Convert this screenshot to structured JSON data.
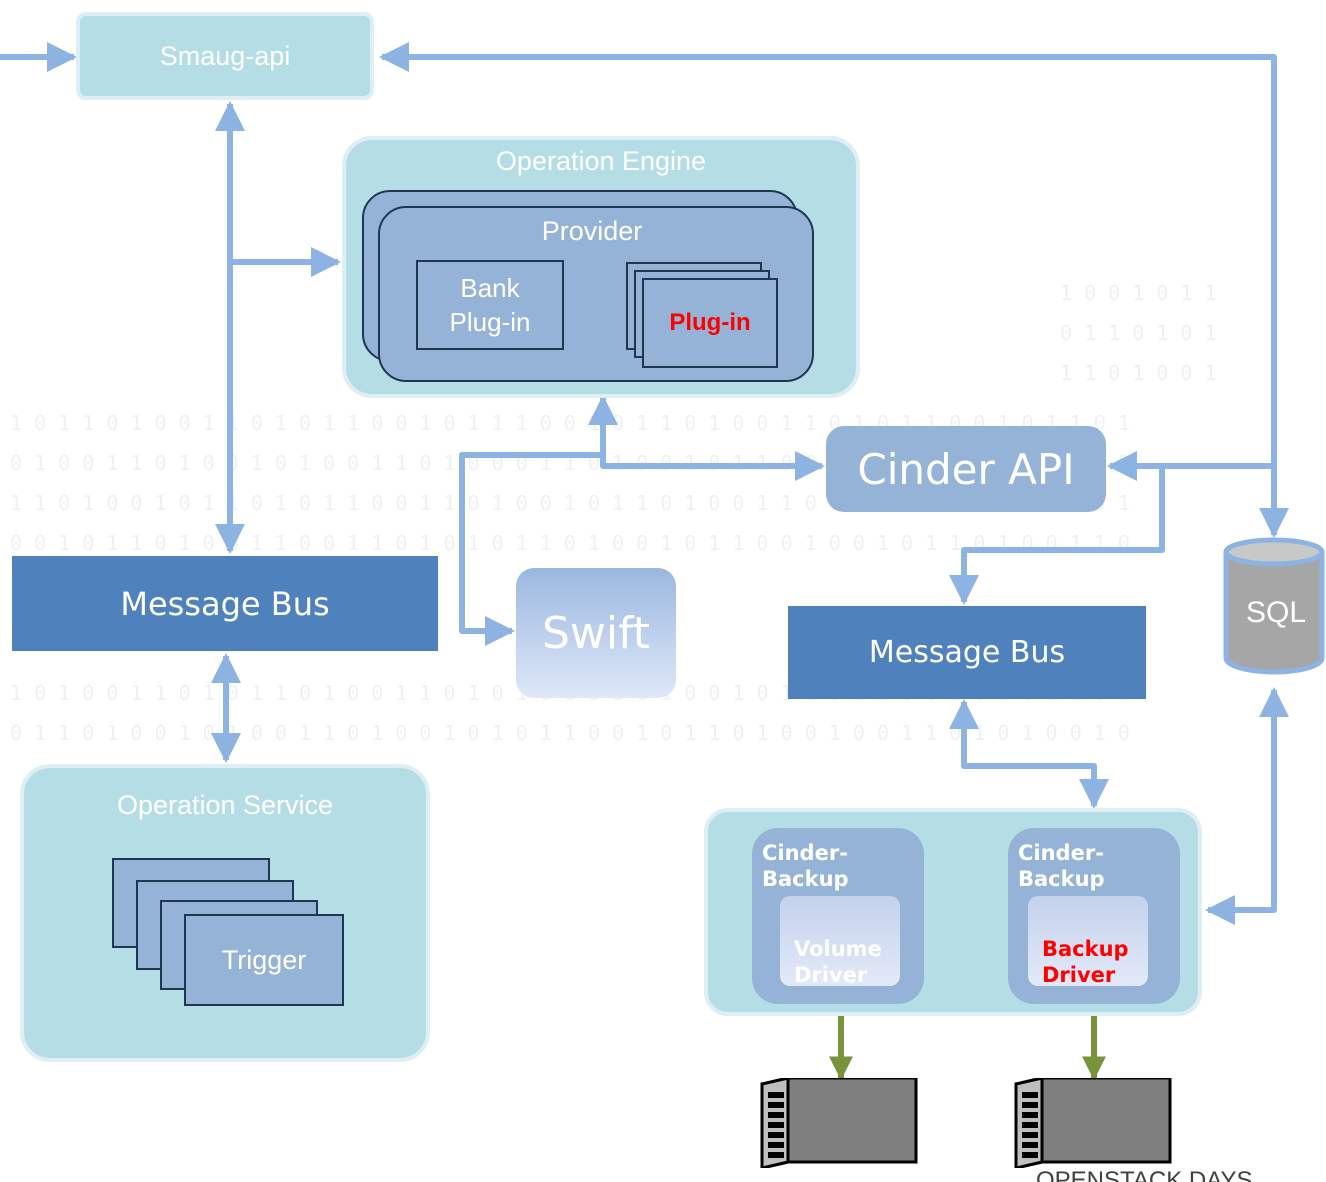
{
  "labels": {
    "smaug_api": "Smaug-api",
    "operation_engine": "Operation Engine",
    "provider": "Provider",
    "bank_plugin": "Bank\nPlug-in",
    "plugin": "Plug-in",
    "cinder_api": "Cinder API",
    "swift": "Swift",
    "message_bus_left": "Message Bus",
    "message_bus_right": "Message Bus",
    "sql": "SQL",
    "operation_service": "Operation Service",
    "trigger": "Trigger",
    "cinder_backup_1": "Cinder-\nBackup",
    "cinder_backup_2": "Cinder-\nBackup",
    "volume_driver": "Volume\nDriver",
    "backup_driver": "Backup\nDriver",
    "footer": "OPENSTACK DAYS"
  },
  "colors": {
    "connector": "#8db3e2",
    "bus": "#4f82bd",
    "container": "#b5dde6",
    "box": "#95b3d7",
    "highlight_text": "#ff0000",
    "green_arrow": "#77933c"
  },
  "icons": [
    "server-icon",
    "database-icon"
  ]
}
